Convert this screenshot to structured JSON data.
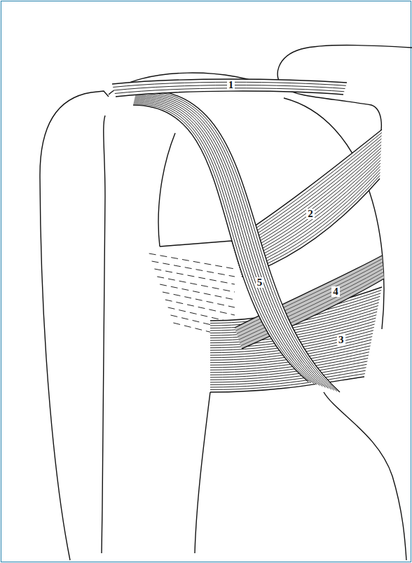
{
  "diagram": {
    "labels": [
      "1",
      "2",
      "5",
      "4",
      "3"
    ]
  }
}
